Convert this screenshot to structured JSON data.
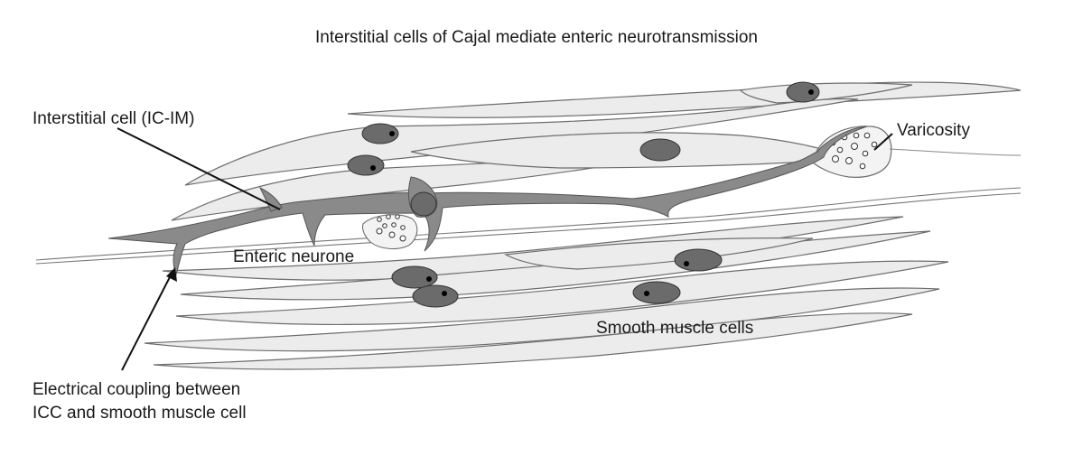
{
  "diagram": {
    "title": "Interstitial cells of Cajal mediate enteric neurotransmission",
    "labels": {
      "interstitial_cell": "Interstitial cell (IC-IM)",
      "varicosity": "Varicosity",
      "enteric_neurone": "Enteric neurone",
      "smooth_muscle_cells": "Smooth muscle cells",
      "coupling_line1": "Electrical coupling between",
      "coupling_line2": "ICC and smooth muscle cell"
    },
    "colors": {
      "cell_fill": "#ececec",
      "cell_stroke": "#6e6e6e",
      "icc_fill": "#8a8a8a",
      "nucleus_fill": "#6b6b6b",
      "nucleolus": "#000000",
      "text": "#1a1a1a"
    }
  }
}
